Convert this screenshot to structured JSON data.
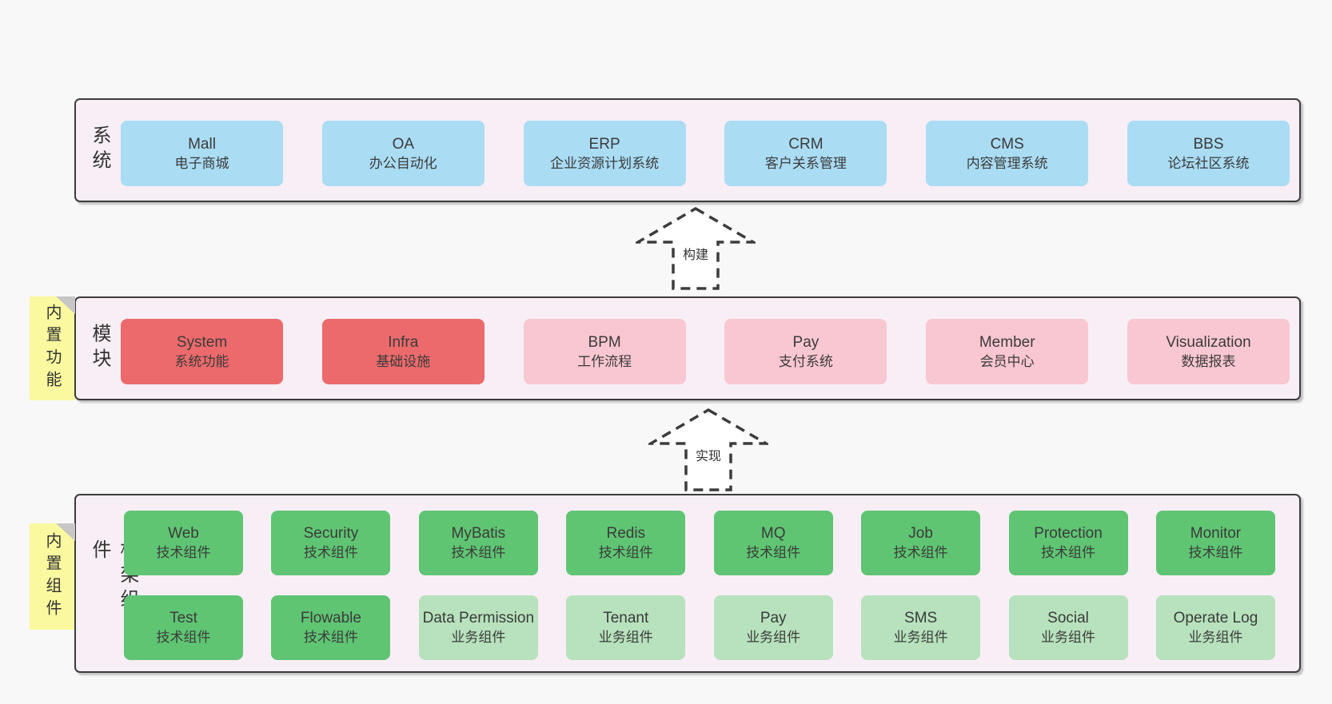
{
  "diagram": {
    "background": "#f8f8f8",
    "band_background": "#f8eef6",
    "band_border": "#3c3c3c",
    "note_color": "#faf99f",
    "colors": {
      "blue": "#aadcf3",
      "red": "#ed6a6c",
      "pink": "#f9c7d1",
      "green": "#5fc573",
      "green_light": "#b7e2bd"
    }
  },
  "arrows": [
    {
      "label": "构建"
    },
    {
      "label": "实现"
    }
  ],
  "bands": [
    {
      "label": "业务系统",
      "boxes": [
        {
          "title": "Mall",
          "subtitle": "电子商城",
          "variant": "blue"
        },
        {
          "title": "OA",
          "subtitle": "办公自动化",
          "variant": "blue"
        },
        {
          "title": "ERP",
          "subtitle": "企业资源计划系统",
          "variant": "blue"
        },
        {
          "title": "CRM",
          "subtitle": "客户关系管理",
          "variant": "blue"
        },
        {
          "title": "CMS",
          "subtitle": "内容管理系统",
          "variant": "blue"
        },
        {
          "title": "BBS",
          "subtitle": "论坛社区系统",
          "variant": "blue"
        }
      ]
    },
    {
      "label": "通用模块",
      "note": "内置功能",
      "boxes": [
        {
          "title": "System",
          "subtitle": "系统功能",
          "variant": "red"
        },
        {
          "title": "Infra",
          "subtitle": "基础设施",
          "variant": "red"
        },
        {
          "title": "BPM",
          "subtitle": "工作流程",
          "variant": "pink"
        },
        {
          "title": "Pay",
          "subtitle": "支付系统",
          "variant": "pink"
        },
        {
          "title": "Member",
          "subtitle": "会员中心",
          "variant": "pink"
        },
        {
          "title": "Visualization",
          "subtitle": "数据报表",
          "variant": "pink"
        }
      ]
    },
    {
      "label": "框架组件",
      "note": "内置组件",
      "row1": [
        {
          "title": "Web",
          "subtitle": "技术组件",
          "variant": "green"
        },
        {
          "title": "Security",
          "subtitle": "技术组件",
          "variant": "green"
        },
        {
          "title": "MyBatis",
          "subtitle": "技术组件",
          "variant": "green"
        },
        {
          "title": "Redis",
          "subtitle": "技术组件",
          "variant": "green"
        },
        {
          "title": "MQ",
          "subtitle": "技术组件",
          "variant": "green"
        },
        {
          "title": "Job",
          "subtitle": "技术组件",
          "variant": "green"
        },
        {
          "title": "Protection",
          "subtitle": "技术组件",
          "variant": "green"
        },
        {
          "title": "Monitor",
          "subtitle": "技术组件",
          "variant": "green"
        }
      ],
      "row2": [
        {
          "title": "Test",
          "subtitle": "技术组件",
          "variant": "green"
        },
        {
          "title": "Flowable",
          "subtitle": "技术组件",
          "variant": "green"
        },
        {
          "title": "Data Permission",
          "subtitle": "业务组件",
          "variant": "green_light"
        },
        {
          "title": "Tenant",
          "subtitle": "业务组件",
          "variant": "green_light"
        },
        {
          "title": "Pay",
          "subtitle": "业务组件",
          "variant": "green_light"
        },
        {
          "title": "SMS",
          "subtitle": "业务组件",
          "variant": "green_light"
        },
        {
          "title": "Social",
          "subtitle": "业务组件",
          "variant": "green_light"
        },
        {
          "title": "Operate Log",
          "subtitle": "业务组件",
          "variant": "green_light"
        }
      ]
    }
  ]
}
